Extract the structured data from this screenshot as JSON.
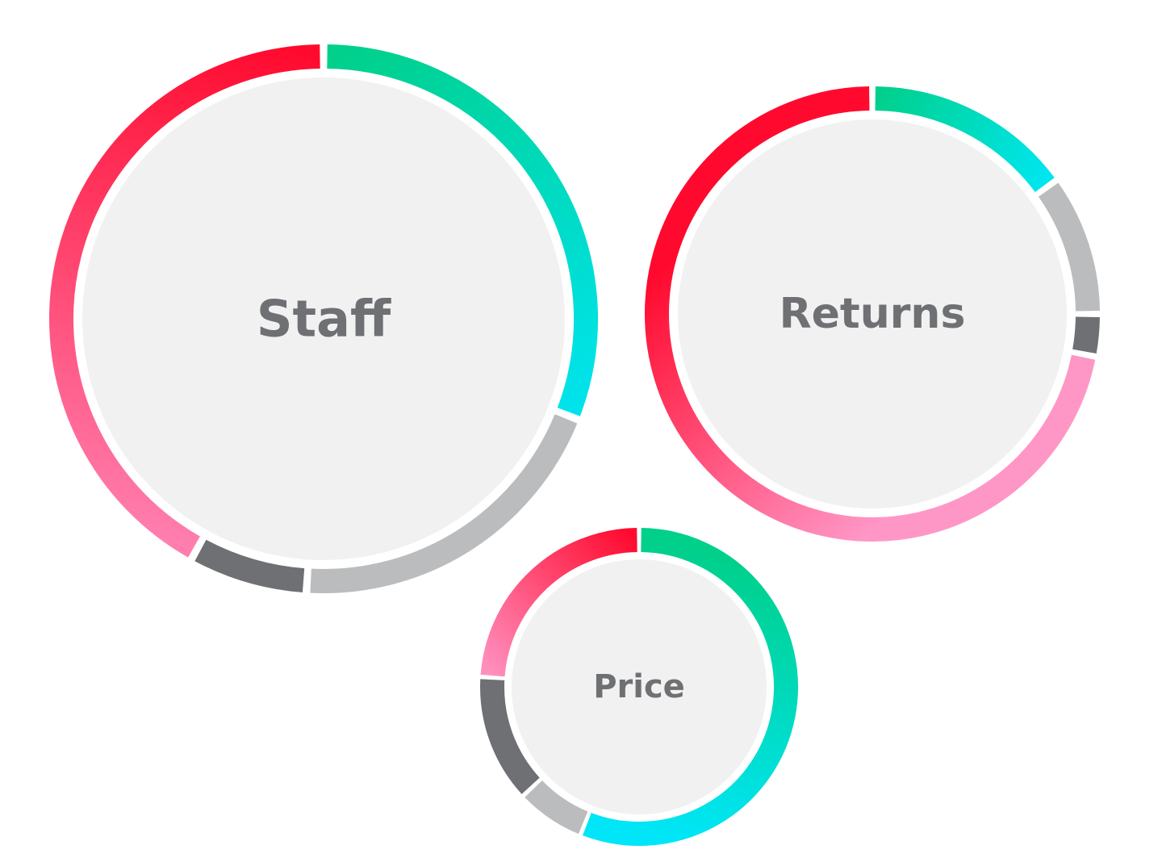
{
  "chart_data": {
    "type": "pie",
    "variant": "donut-bubbles",
    "segment_order": "clockwise from top",
    "colors": {
      "inner_fill": "#f1f1f1",
      "label": "#6e7073",
      "ring_gap": "#ffffff"
    },
    "bubbles": [
      {
        "label": "Staff",
        "size_rank": 1,
        "segments": [
          {
            "value": 31,
            "gradient": [
              "#00d08a",
              "#00e3ec"
            ]
          },
          {
            "value": 20,
            "color": "#bbbcbe"
          },
          {
            "value": 7,
            "color": "#6e7073"
          },
          {
            "value": 42,
            "gradient": [
              "#ff7eae",
              "#ff0a2e"
            ]
          }
        ]
      },
      {
        "label": "Returns",
        "size_rank": 2,
        "segments": [
          {
            "value": 15,
            "gradient": [
              "#00d08a",
              "#00e6f0"
            ]
          },
          {
            "value": 10,
            "color": "#bbbcbe"
          },
          {
            "value": 3,
            "color": "#6e7073"
          },
          {
            "value": 72,
            "gradient": [
              "#ff97c6",
              "#ff0a2e"
            ]
          }
        ]
      },
      {
        "label": "Price",
        "size_rank": 3,
        "segments": [
          {
            "value": 56,
            "gradient": [
              "#00d08a",
              "#00e6f8"
            ]
          },
          {
            "value": 7,
            "color": "#bbbcbe"
          },
          {
            "value": 13,
            "color": "#6e7073"
          },
          {
            "value": 24,
            "gradient": [
              "#ff8fbe",
              "#ff0a2e"
            ]
          }
        ]
      }
    ]
  }
}
